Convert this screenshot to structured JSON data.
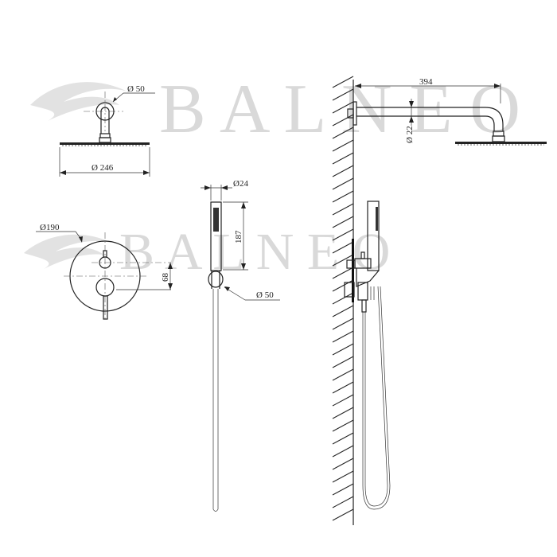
{
  "watermark": {
    "text_top": "B A L N E O",
    "text_mid": "B A L N E O",
    "color": "#d9d9d9"
  },
  "views": {
    "overhead_shower": {
      "label_connector_dia": "Ø 50",
      "label_head_dia": "Ø 246"
    },
    "mixer_plate": {
      "label_plate_dia": "Ø190",
      "label_spacing": "68"
    },
    "hand_shower": {
      "label_handle_dia": "Ø24",
      "label_handle_len": "187",
      "label_holder_dia": "Ø 50"
    },
    "side_view": {
      "label_arm_len": "394",
      "label_arm_dia": "Ø 22"
    }
  }
}
